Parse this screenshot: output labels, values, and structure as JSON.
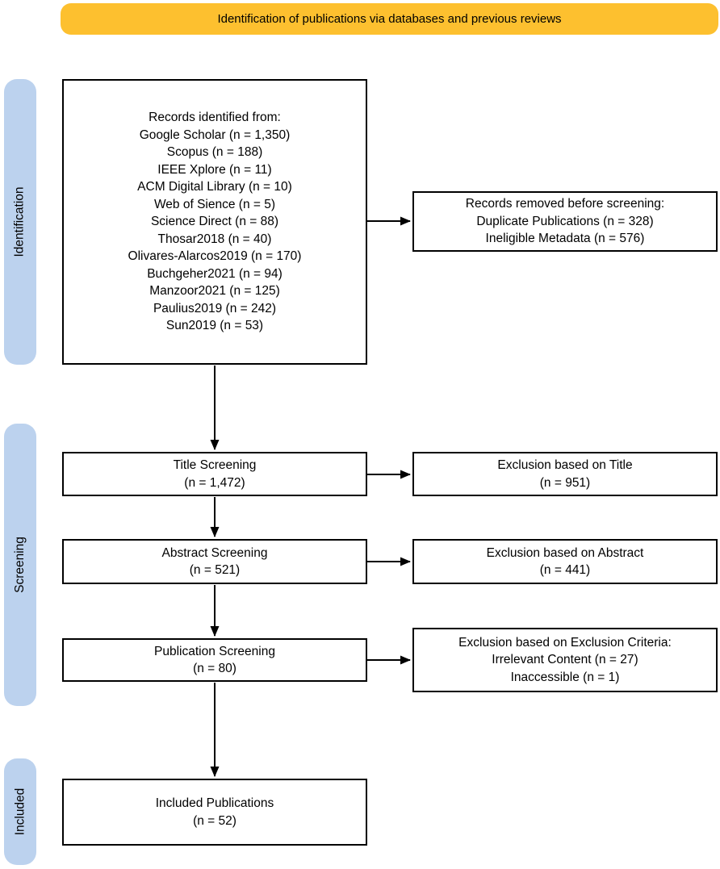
{
  "banner": {
    "label": "Identification of publications via databases and previous reviews"
  },
  "colors": {
    "banner_fill": "#FDC02F",
    "stage_fill": "#BCD2EE",
    "box_border": "#000000",
    "text": "#000000",
    "background": "#FFFFFF"
  },
  "stages": [
    {
      "id": "identification",
      "label": "Identification"
    },
    {
      "id": "screening",
      "label": "Screening"
    },
    {
      "id": "included",
      "label": "Included"
    }
  ],
  "boxes": {
    "records_identified": "Records identified from:\nGoogle Scholar (n = 1,350)\nScopus (n = 188)\nIEEE Xplore (n = 11)\nACM Digital Library (n = 10)\nWeb of Sience (n = 5)\nScience Direct (n = 88)\nThosar2018 (n = 40)\nOlivares-Alarcos2019 (n = 170)\nBuchgeher2021 (n = 94)\nManzoor2021 (n = 125)\nPaulius2019 (n = 242)\nSun2019 (n = 53)",
    "records_removed": "Records removed before screening:\nDuplicate Publications (n = 328)\nIneligible Metadata (n = 576)",
    "title_screening": "Title Screening\n(n = 1,472)",
    "exclusion_title": "Exclusion based on Title\n(n = 951)",
    "abstract_screening": "Abstract Screening\n(n = 521)",
    "exclusion_abstract": "Exclusion based on Abstract\n(n = 441)",
    "publication_screening": "Publication Screening\n(n = 80)",
    "exclusion_criteria": "Exclusion based on Exclusion Criteria:\nIrrelevant Content (n = 27)\nInaccessible (n = 1)",
    "included_publications": "Included Publications\n(n = 52)"
  }
}
